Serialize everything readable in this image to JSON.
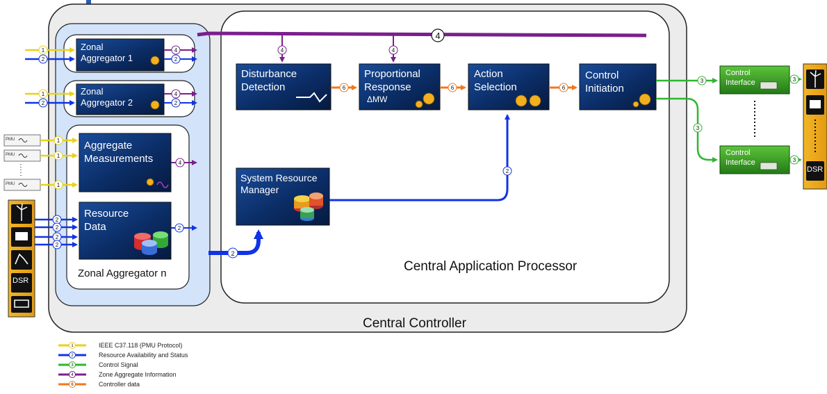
{
  "central_controller": {
    "title": "Central Controller"
  },
  "central_processor": {
    "title": "Central Application Processor"
  },
  "zonal": {
    "agg1": {
      "line1": "Zonal",
      "line2": "Aggregator 1"
    },
    "agg2": {
      "line1": "Zonal",
      "line2": "Aggregator 2"
    },
    "aggn": {
      "label": "Zonal Aggregator n"
    },
    "aggregate_measurements": {
      "line1": "Aggregate",
      "line2": "Measurements"
    },
    "resource_data": {
      "line1": "Resource",
      "line2": "Data"
    }
  },
  "blocks": {
    "disturbance": {
      "line1": "Disturbance",
      "line2": "Detection"
    },
    "proportional": {
      "line1": "Proportional",
      "line2": "Response",
      "sub": "ΔMW"
    },
    "action": {
      "line1": "Action",
      "line2": "Selection"
    },
    "initiation": {
      "line1": "Control",
      "line2": "Initiation"
    },
    "srm": {
      "line1": "System Resource",
      "line2": "Manager"
    }
  },
  "control_interface": {
    "line1": "Control",
    "line2": "Interface"
  },
  "pmu_label": "PMU",
  "dsr_label": "DSR",
  "badges": {
    "one": "1",
    "two": "2",
    "three": "3",
    "four": "4",
    "six": "6"
  },
  "legend": [
    {
      "num": "1",
      "color": "#e8d21a",
      "label": "IEEE C37.118 (PMU Protocol)"
    },
    {
      "num": "2",
      "color": "#1133e6",
      "label": "Resource Availability and Status"
    },
    {
      "num": "3",
      "color": "#2fb52f",
      "label": "Control Signal"
    },
    {
      "num": "4",
      "color": "#7a1f8c",
      "label": "Zone Aggregate Information"
    },
    {
      "num": "6",
      "color": "#f07820",
      "label": "Controller data"
    }
  ],
  "colors": {
    "yellow": "#e8d21a",
    "blue": "#1133e6",
    "green": "#2fb52f",
    "purple": "#7a1f8c",
    "orange": "#f07820",
    "block_dark": "#0c2f6b",
    "block_green": "#2f9a22"
  }
}
